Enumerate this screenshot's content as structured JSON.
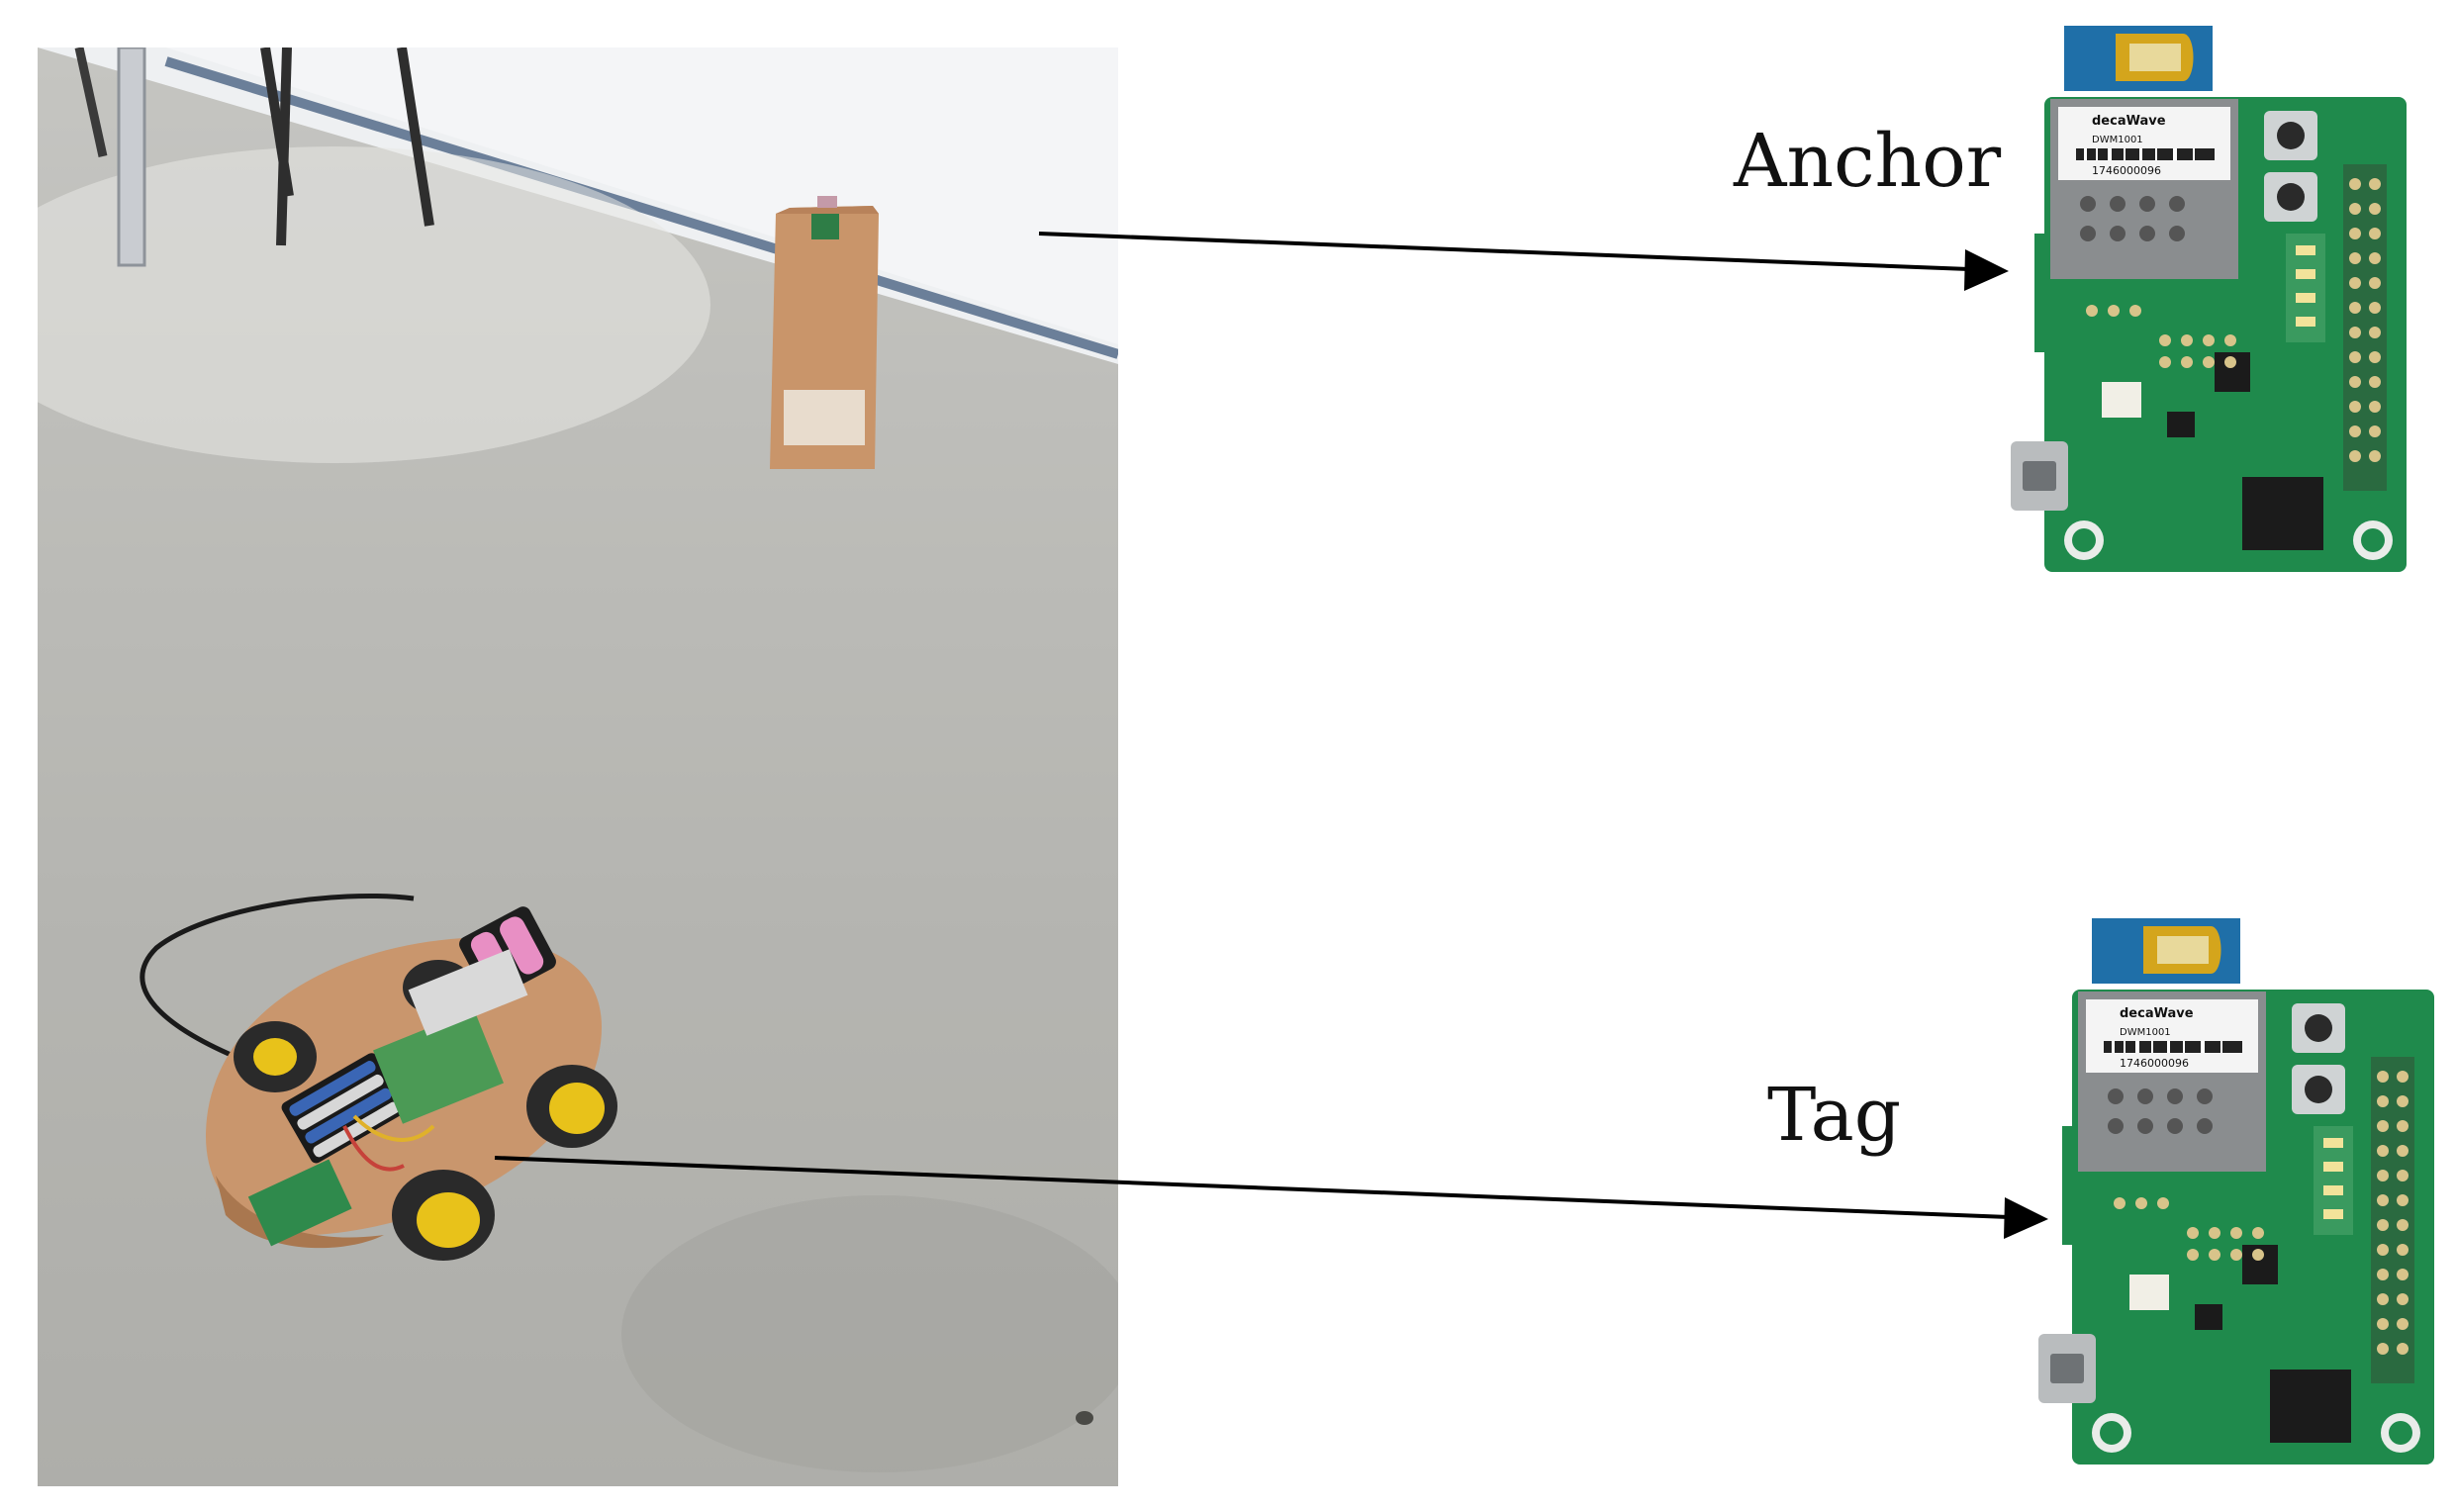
{
  "labels": {
    "anchor": "Anchor",
    "tag": "Tag"
  },
  "board": {
    "brand": "decaWave",
    "model": "DWM1001",
    "serial": "1746000096"
  },
  "colors": {
    "pcb_green": "#1f8a4c",
    "module_gray": "#8a8d8f",
    "antenna_gold": "#d4a51c",
    "arrow": "#000000"
  }
}
